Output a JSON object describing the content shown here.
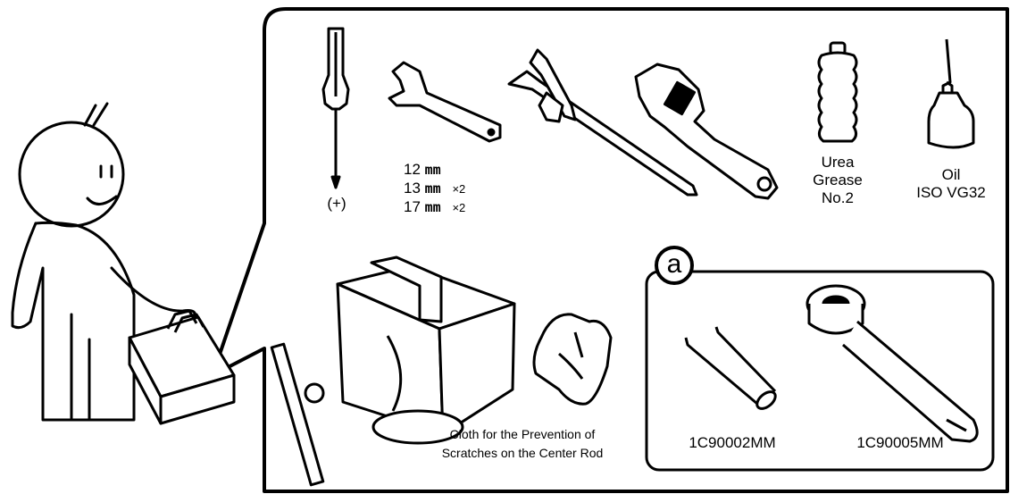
{
  "screwdriver": {
    "label": "(+)"
  },
  "wrench_sizes": [
    {
      "size": "12",
      "unit": "mm",
      "qty": ""
    },
    {
      "size": "13",
      "unit": "mm",
      "qty": "×2"
    },
    {
      "size": "17",
      "unit": "mm",
      "qty": "×2"
    }
  ],
  "grease": {
    "line1": "Urea",
    "line2": "Grease",
    "line3": "No.2"
  },
  "oil": {
    "line1": "Oil",
    "line2": "ISO VG32"
  },
  "cloth": {
    "line1": "Cloth for the Prevention of",
    "line2": "Scratches on the Center Rod"
  },
  "special_tools": {
    "badge": "a",
    "tool1_part": "1C90002MM",
    "tool2_part": "1C90005MM"
  },
  "colors": {
    "line": "#000000",
    "background": "#ffffff"
  }
}
